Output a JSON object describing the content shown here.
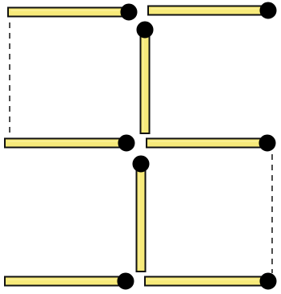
{
  "puzzle": {
    "matchsticks": [
      {
        "id": "top-left",
        "orientation": "horizontal",
        "head": "end"
      },
      {
        "id": "top-right",
        "orientation": "horizontal",
        "head": "end"
      },
      {
        "id": "center-upper",
        "orientation": "vertical",
        "head": "start"
      },
      {
        "id": "middle-left",
        "orientation": "horizontal",
        "head": "end"
      },
      {
        "id": "middle-right",
        "orientation": "horizontal",
        "head": "end"
      },
      {
        "id": "center-lower",
        "orientation": "vertical",
        "head": "start"
      },
      {
        "id": "bottom-left",
        "orientation": "horizontal",
        "head": "end"
      },
      {
        "id": "bottom-right",
        "orientation": "horizontal",
        "head": "end"
      }
    ],
    "missing_edges": [
      {
        "id": "left-upper-gap",
        "orientation": "vertical"
      },
      {
        "id": "right-lower-gap",
        "orientation": "vertical"
      }
    ]
  },
  "colors": {
    "stick_body": "#f7ea7a",
    "stick_outline": "#111111",
    "stick_head": "#000000",
    "dashed_line": "#222222",
    "background": "#ffffff"
  }
}
